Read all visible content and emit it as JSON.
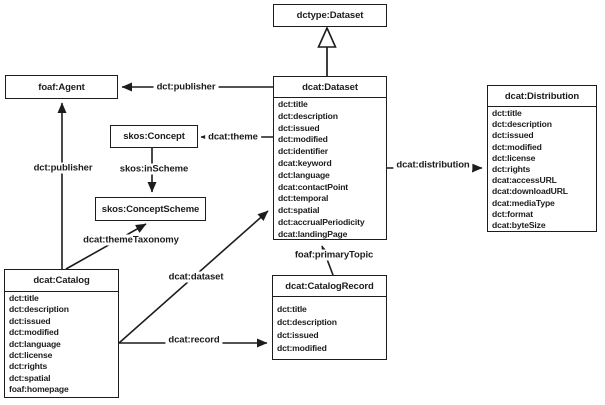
{
  "classes": {
    "dctype_dataset": {
      "title": "dctype:Dataset"
    },
    "foaf_agent": {
      "title": "foaf:Agent"
    },
    "skos_concept": {
      "title": "skos:Concept"
    },
    "skos_concept_scheme": {
      "title": "skos:ConceptScheme"
    },
    "dcat_dataset": {
      "title": "dcat:Dataset",
      "props": [
        "dct:title",
        "dct:description",
        "dct:issued",
        "dct:modified",
        "dct:identifier",
        "dcat:keyword",
        "dct:language",
        "dcat:contactPoint",
        "dct:temporal",
        "dct:spatial",
        "dct:accrualPeriodicity",
        "dcat:landingPage"
      ]
    },
    "dcat_distribution": {
      "title": "dcat:Distribution",
      "props": [
        "dct:title",
        "dct:description",
        "dct:issued",
        "dct:modified",
        "dct:license",
        "dct:rights",
        "dcat:accessURL",
        "dcat:downloadURL",
        "dcat:mediaType",
        "dct:format",
        "dcat:byteSize"
      ]
    },
    "dcat_catalog": {
      "title": "dcat:Catalog",
      "props": [
        "dct:title",
        "dct:description",
        "dct:issued",
        "dct:modified",
        "dct:language",
        "dct:license",
        "dct:rights",
        "dct:spatial",
        "foaf:homepage"
      ]
    },
    "dcat_catalog_record": {
      "title": "dcat:CatalogRecord",
      "props": [
        "dct:title",
        "dct:description",
        "dct:issued",
        "dct:modified"
      ]
    }
  },
  "edges": {
    "publisher_from_dataset": "dct:publisher",
    "publisher_from_catalog": "dct:publisher",
    "theme": "dcat:theme",
    "in_scheme": "skos:inScheme",
    "theme_taxonomy": "dcat:themeTaxonomy",
    "dataset": "dcat:dataset",
    "record": "dcat:record",
    "primary_topic": "foaf:primaryTopic",
    "distribution": "dcat:distribution"
  },
  "colors": {
    "ink": "#1c1c1c",
    "paper": "#ffffff"
  }
}
